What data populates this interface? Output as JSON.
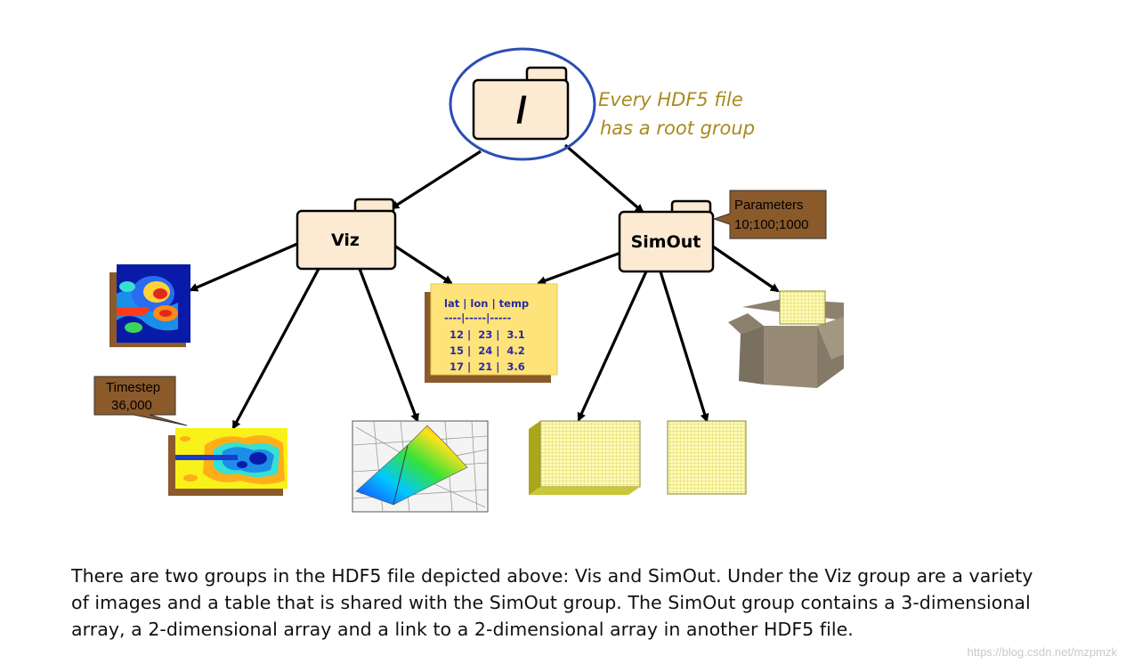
{
  "root": {
    "label": "/",
    "note_line1": "Every HDF5 file",
    "note_line2": "has a root group"
  },
  "groups": {
    "viz": "Viz",
    "simout": "SimOut"
  },
  "callouts": {
    "parameters_line1": "Parameters",
    "parameters_line2": "10;100;1000",
    "timestep_line1": "Timestep",
    "timestep_line2": "36,000"
  },
  "table": {
    "header": "lat | lon | temp",
    "divider": "----|-----|-----",
    "rows": [
      "12 |  23 |  3.1",
      "15 |  24 |  4.2",
      "17 |  21 |  3.6"
    ]
  },
  "caption": {
    "line1": "There are two groups in the HDF5 file depicted above: Vis and SimOut. Under the Viz group are a variety",
    "line2": "of images and a table that is shared with the SimOut group. The SimOut group contains a 3-dimensional",
    "line3": "array, a 2-dimensional array and a link to a 2-dimensional array in another HDF5 file."
  },
  "watermark": "https://blog.csdn.net/mzpmzk",
  "colors": {
    "folder_fill": "#fcebd2",
    "root_ellipse": "#2b4db5",
    "note_text": "#a88a1f",
    "callout_fill": "#8b5a2b",
    "table_fill": "#fde37a",
    "table_text": "#2a2aa0",
    "grid_fill": "#fdfbb8",
    "grid_line": "#d9c844"
  }
}
